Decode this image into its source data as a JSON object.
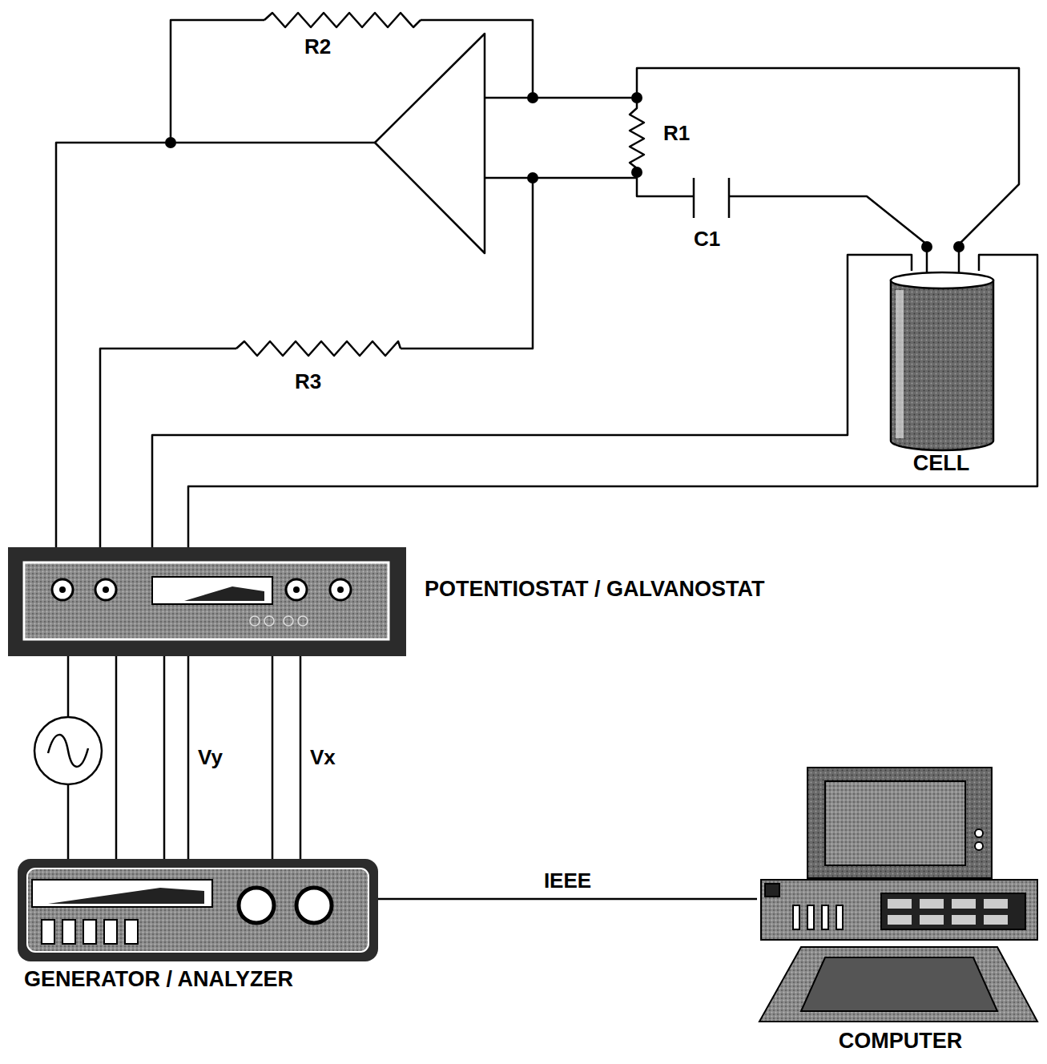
{
  "diagram": {
    "nodes": [
      {
        "text": [
          "CELL"
        ]
      },
      {
        "text": [
          "POTENTIOSTAT / GALVANOSTAT"
        ]
      },
      {
        "text": [
          "GENERATOR / ANALYZER"
        ]
      },
      {
        "text": [
          "COMPUTER"
        ]
      }
    ],
    "edges": [
      {
        "from": 1,
        "to": 0,
        "arrow": "none"
      },
      {
        "from": 1,
        "to": 0,
        "arrow": "none"
      },
      {
        "from": 1,
        "to": 2,
        "arrow": "none"
      },
      {
        "from": 1,
        "to": 2,
        "arrow": "none"
      },
      {
        "from": 1,
        "to": 2,
        "arrow": "none"
      },
      {
        "from": 1,
        "to": 2,
        "label": "Vy",
        "arrow": "none"
      },
      {
        "from": 1,
        "to": 2,
        "arrow": "none"
      },
      {
        "from": 1,
        "to": 2,
        "label": "Vx",
        "arrow": "none"
      },
      {
        "from": 2,
        "to": 3,
        "label": "IEEE",
        "arrow": "none"
      }
    ],
    "labels": [
      "R2",
      "R1",
      "C1",
      "R3"
    ]
  }
}
